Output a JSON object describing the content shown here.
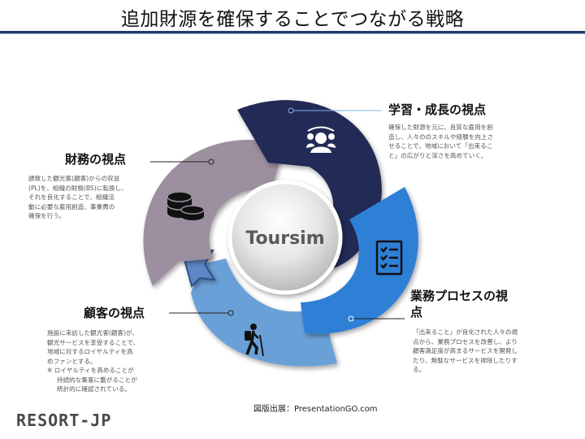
{
  "title": "追加財源を確保することでつながる戦略",
  "center_label": "Toursim",
  "sections": {
    "learning": {
      "heading": "学習・成長の視点",
      "desc_lines": [
        "確保した財源を元に、良質な雇用を創",
        "造し、人々ののスキルや経験を向上さ",
        "せることで、地域において「出来るこ",
        "と」の広がりと深さを高めていく。"
      ],
      "icon": "people-network-icon",
      "color": "#232a56"
    },
    "finance": {
      "heading": "財務の視点",
      "desc_lines": [
        "誘致した観光客(顧客)からの収益",
        "(PL)を、組織の財務(BS)に転換し、",
        "それを良化することで、組織活",
        "動に必要な雇用創造、事業費の",
        "確保を行う。"
      ],
      "icon": "coins-icon",
      "color": "#9c8f9f"
    },
    "process": {
      "heading_lines": [
        "業務プロセスの視",
        "点"
      ],
      "desc_lines": [
        "「出来ること」が良化された人々の視",
        "点から、業務プロセスを改善し、より",
        "顧客満足度が高まるサービスを開発し",
        "たり、無駄なサービスを排除したりす",
        "る。"
      ],
      "icon": "checklist-icon",
      "color": "#2e7fd6"
    },
    "customer": {
      "heading": "顧客の視点",
      "desc_lines": [
        "施設に来訪した観光客(顧客)が、",
        "観光サービスを享受することで、",
        "地域に対するロイヤルティを高",
        "めファンとする。"
      ],
      "note_lines": [
        "※ ロイヤルティを高めることが",
        "持続的な集客に繋がることが",
        "統計的に確認されている。"
      ],
      "icon": "hiker-icon",
      "color": "#6aa0d8"
    }
  },
  "source": "図版出展：PresentationGO.com",
  "logo": "RESORT-JP"
}
